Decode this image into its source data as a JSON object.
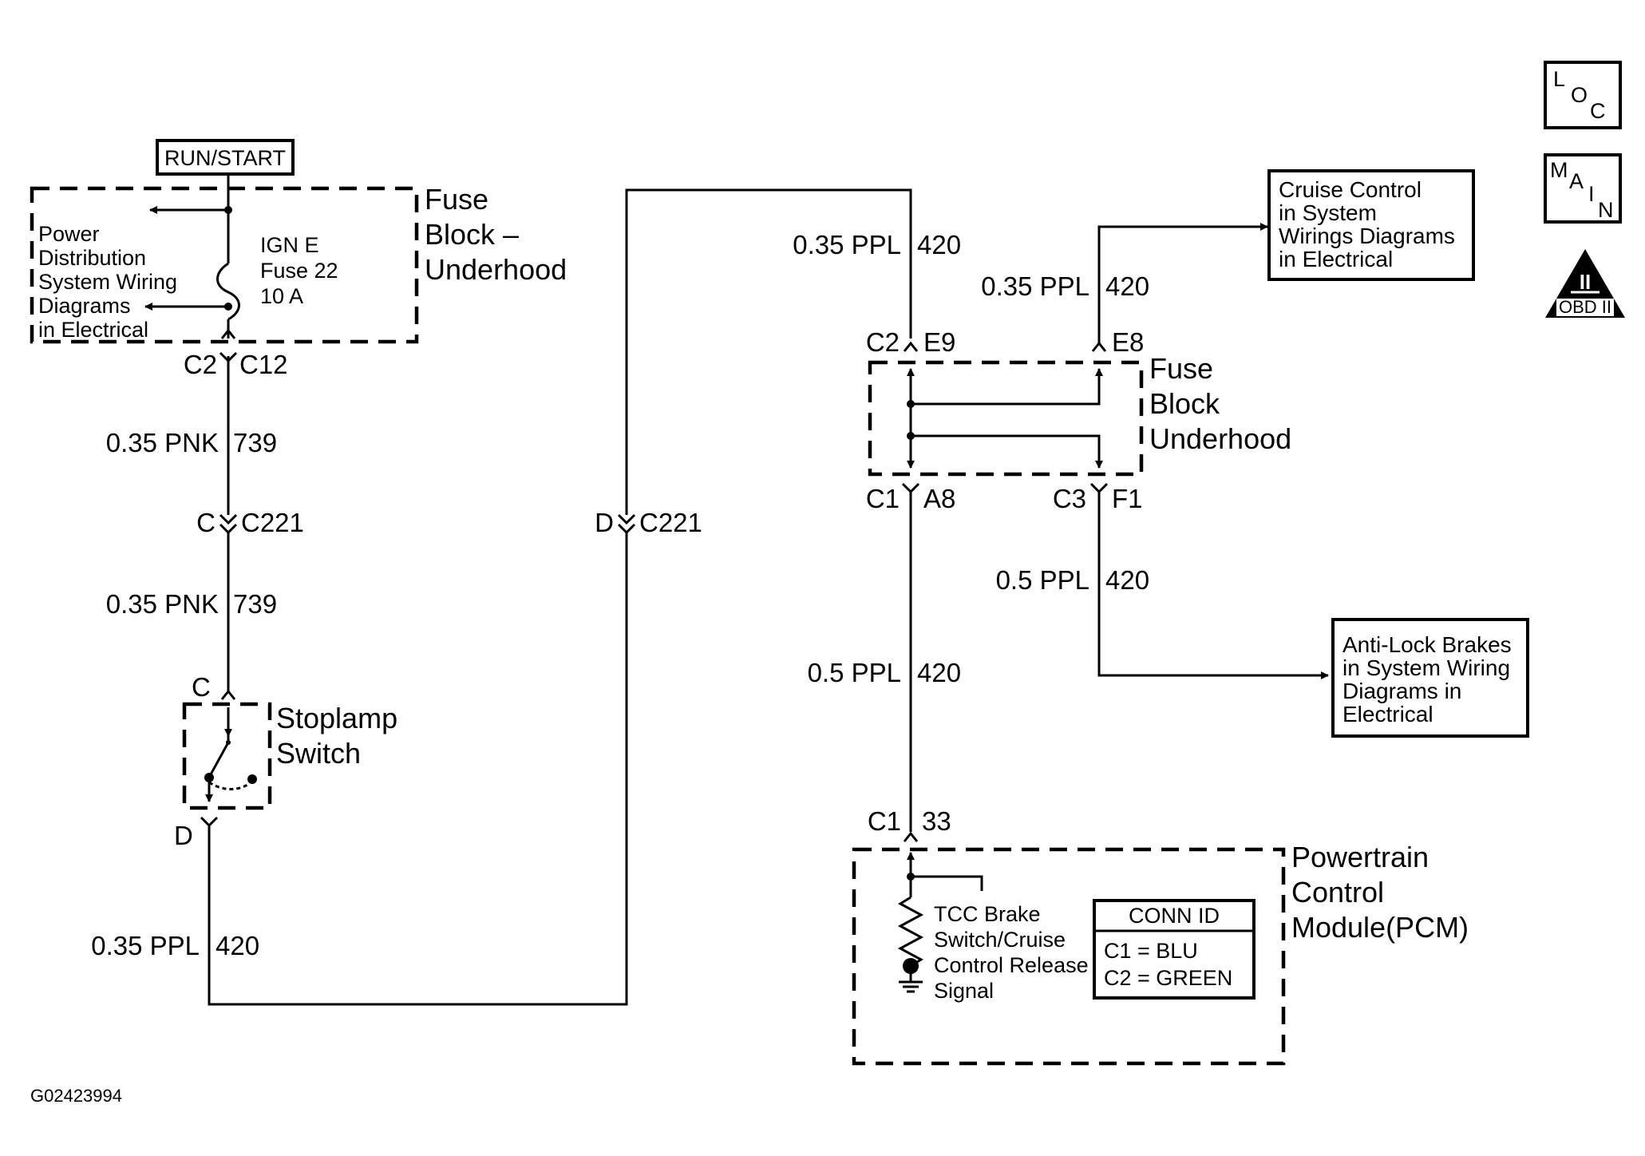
{
  "run_start": "RUN/START",
  "fuse_block_left": {
    "title_lines": [
      "Fuse",
      "Block –",
      "Underhood"
    ],
    "pds_lines": [
      "Power",
      "Distribution",
      "System Wiring",
      "Diagrams",
      "in Electrical"
    ],
    "fuse_lines": [
      "IGN E",
      "Fuse 22",
      "10 A"
    ],
    "conn_left": "C2",
    "conn_right": "C12"
  },
  "left_wires": [
    {
      "gauge_color": "0.35 PNK",
      "circuit": "739"
    },
    {
      "gauge_color": "0.35 PNK",
      "circuit": "739"
    },
    {
      "gauge_color": "0.35 PPL",
      "circuit": "420"
    }
  ],
  "c221_left": {
    "pin": "C",
    "connector": "C221"
  },
  "c221_mid": {
    "pin": "D",
    "connector": "C221"
  },
  "stoplamp": {
    "title_lines": [
      "Stoplamp",
      "Switch"
    ],
    "pin_top": "C",
    "pin_bottom": "D"
  },
  "fuse_block_right": {
    "title_lines": [
      "Fuse",
      "Block",
      "Underhood"
    ],
    "top_left_conn": "C2",
    "top_left_pin": "E9",
    "top_right_pin": "E8",
    "bottom_left_conn": "C1",
    "bottom_left_pin": "A8",
    "bottom_right_conn": "C3",
    "bottom_right_pin": "F1"
  },
  "right_wires": [
    {
      "gauge_color": "0.35 PPL",
      "circuit": "420"
    },
    {
      "gauge_color": "0.35 PPL",
      "circuit": "420"
    },
    {
      "gauge_color": "0.5 PPL",
      "circuit": "420"
    },
    {
      "gauge_color": "0.5 PPL",
      "circuit": "420"
    }
  ],
  "cruise_box_lines": [
    "Cruise Control",
    "in System",
    "Wirings Diagrams",
    "in Electrical"
  ],
  "abs_box_lines": [
    "Anti-Lock Brakes",
    "in System Wiring",
    "Diagrams in",
    "Electrical"
  ],
  "pcm": {
    "title_lines": [
      "Powertrain",
      "Control",
      "Module(PCM)"
    ],
    "conn": "C1",
    "pin": "33",
    "signal_lines": [
      "TCC Brake",
      "Switch/Cruise",
      "Control Release",
      "Signal"
    ],
    "conn_id_title": "CONN ID",
    "conn_id_rows": [
      "C1  =  BLU",
      "C2  =  GREEN"
    ]
  },
  "icons": {
    "loc": [
      "L",
      "O",
      "C"
    ],
    "main": [
      "M",
      "A",
      "I",
      "N"
    ],
    "obd": {
      "numeral": "II",
      "label": "OBD II"
    }
  },
  "figure_id": "G02423994"
}
